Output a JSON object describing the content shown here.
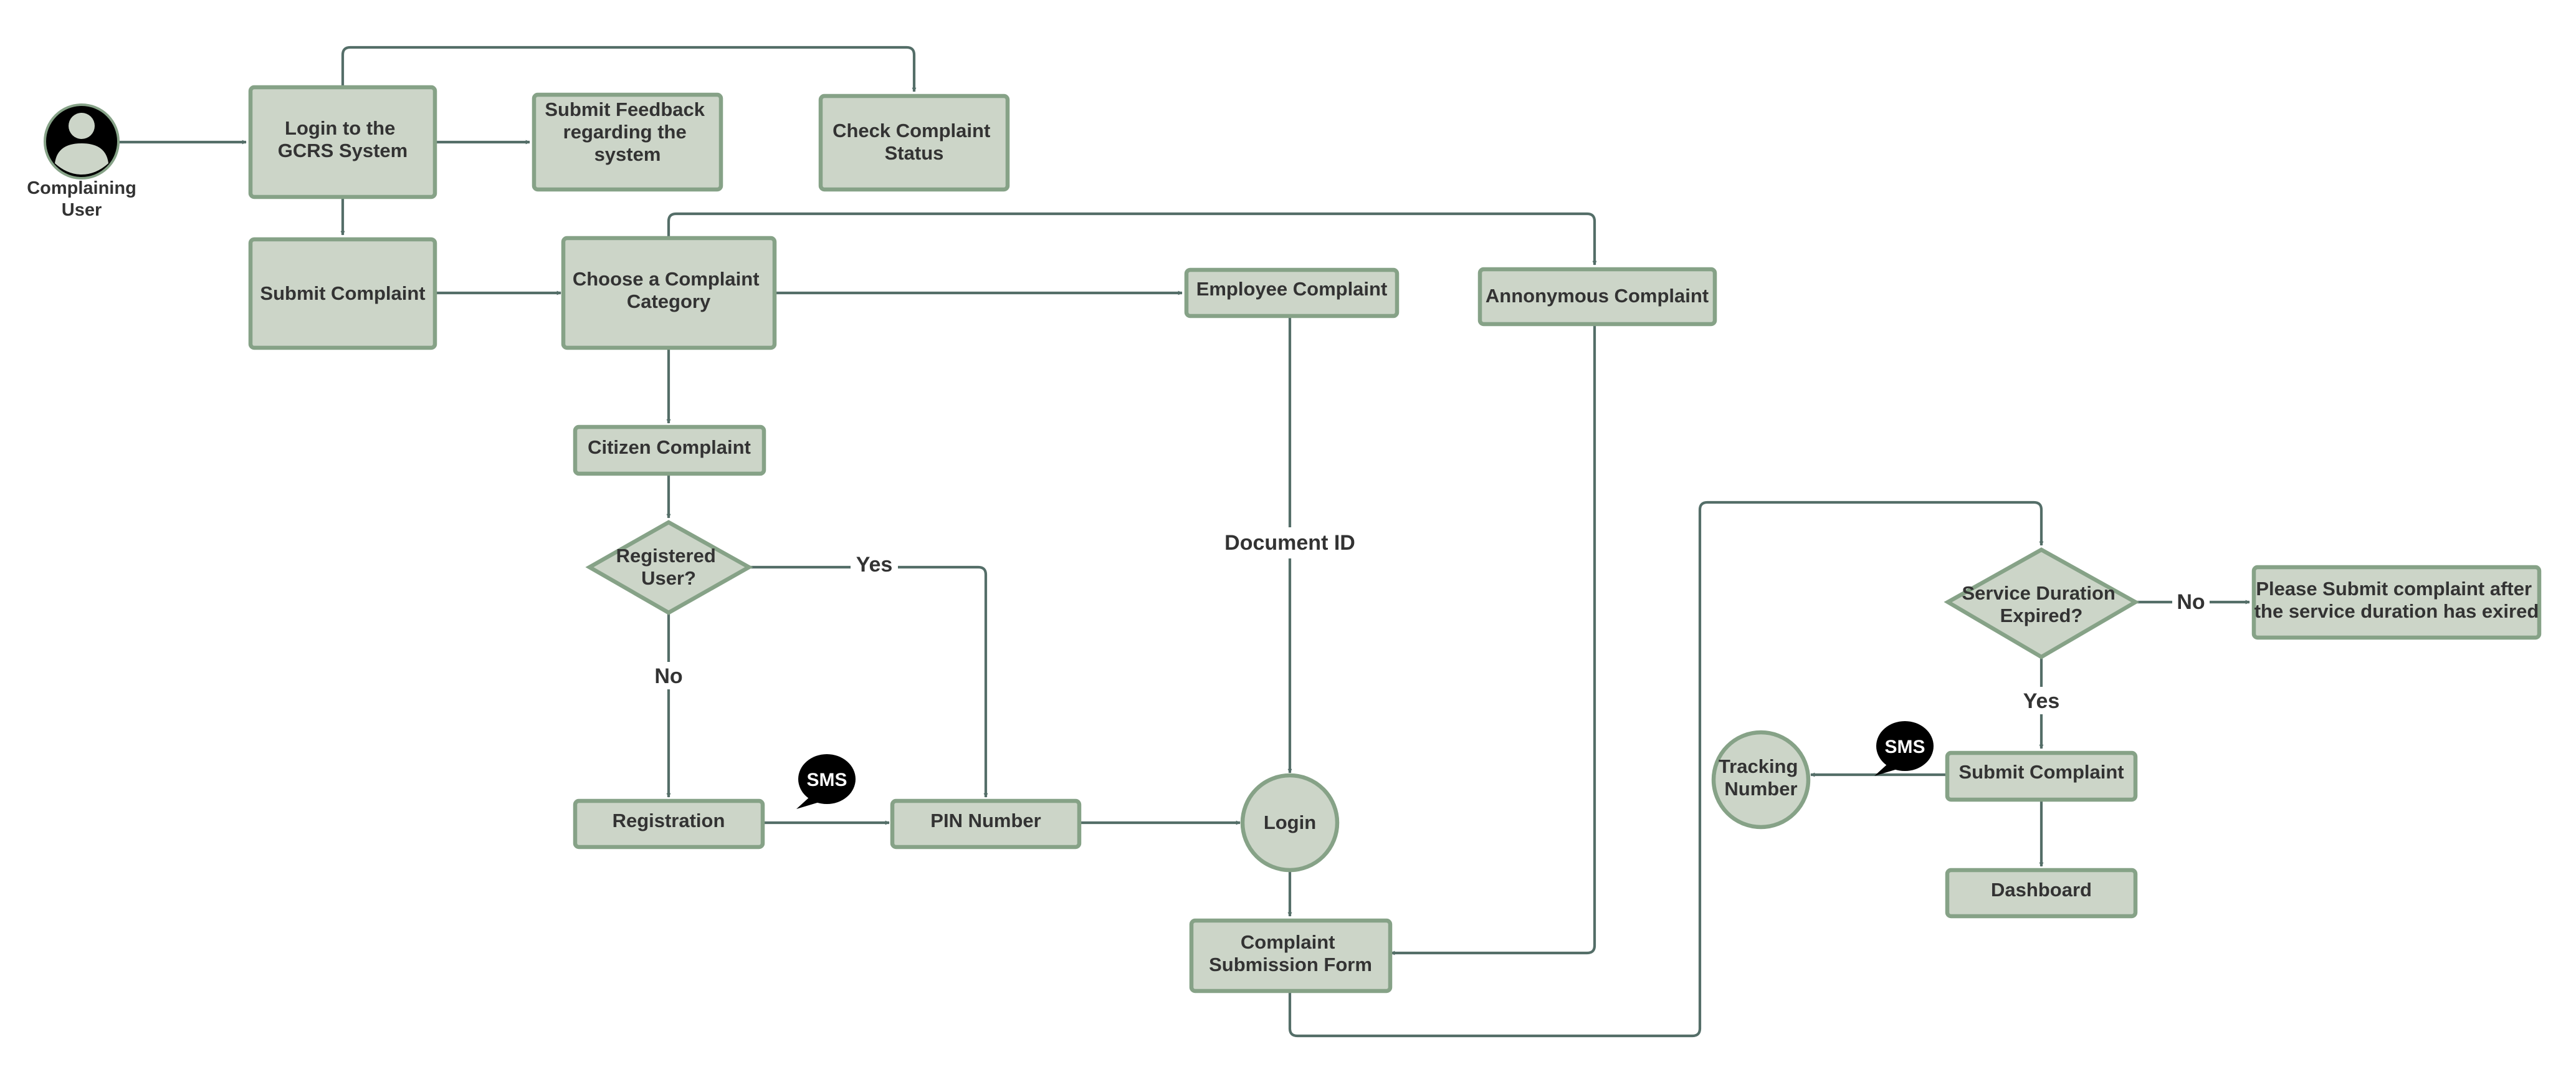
{
  "diagram": {
    "actor": {
      "label": [
        "Complaining",
        "User"
      ],
      "icon": "user-avatar-icon"
    },
    "nodes": {
      "login_gcrs": [
        "Login to the",
        "GCRS System"
      ],
      "submit_feedback": [
        "Submit Feedback",
        "regarding the",
        "system"
      ],
      "check_status": [
        "Check Complaint",
        "Status"
      ],
      "submit_complaint_main": [
        "Submit Complaint"
      ],
      "choose_category": [
        "Choose a Complaint",
        "Category"
      ],
      "employee_complaint": [
        "Employee Complaint"
      ],
      "anonymous_complaint": [
        "Annonymous Complaint"
      ],
      "citizen_complaint": [
        "Citizen Complaint"
      ],
      "registered_user": [
        "Registered",
        "User?"
      ],
      "registration": [
        "Registration"
      ],
      "pin_number": [
        "PIN Number"
      ],
      "login": [
        "Login"
      ],
      "submission_form": [
        "Complaint",
        "Submission Form"
      ],
      "service_duration": [
        "Service Duration",
        "Expired?"
      ],
      "please_submit": [
        "Please Submit complaint after",
        "the service duration has exired"
      ],
      "submit_complaint_right": [
        "Submit Complaint"
      ],
      "tracking_number": [
        "Tracking",
        "Number"
      ],
      "dashboard": [
        "Dashboard"
      ]
    },
    "edge_labels": {
      "yes_registered": "Yes",
      "no_registered": "No",
      "document_id": "Document ID",
      "no_service": "No",
      "yes_service": "Yes"
    },
    "sms_icons": [
      {
        "text": "SMS",
        "icon": "sms-speech-bubble-icon"
      },
      {
        "text": "SMS",
        "icon": "sms-speech-bubble-icon"
      }
    ],
    "colors": {
      "node_fill": "#ccd5c8",
      "node_stroke": "#86a287",
      "connector": "#546e68",
      "text": "#333333"
    }
  }
}
